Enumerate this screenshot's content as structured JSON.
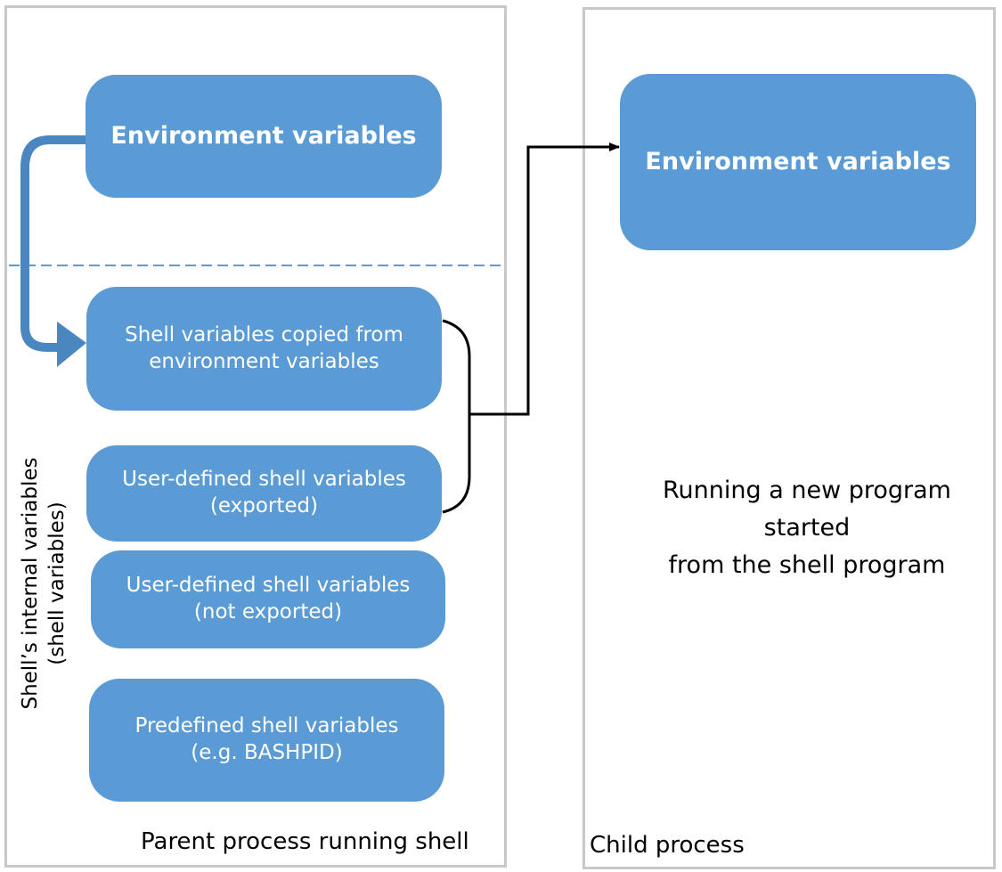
{
  "parent_process": {
    "label": "Parent process running shell",
    "environment_variables": "Environment variables",
    "side_label": "Shell’s internal variables\n(shell variables)",
    "shell_vars": [
      {
        "label": "Shell variables copied from\nenvironment variables"
      },
      {
        "label": "User-defined shell variables\n(exported)"
      },
      {
        "label": "User-defined shell variables\n(not exported)"
      },
      {
        "label": "Predefined shell variables\n(e.g. BASHPID)"
      }
    ]
  },
  "child_process": {
    "label": "Child process",
    "environment_variables": "Environment variables",
    "description": "Running a new program\nstarted\nfrom the shell program"
  },
  "colors": {
    "node_fill": "#5b9bd5",
    "copy_arrow": "#4a86c0",
    "divider": "#5b9bd5",
    "box_border": "#c8c8c8"
  }
}
